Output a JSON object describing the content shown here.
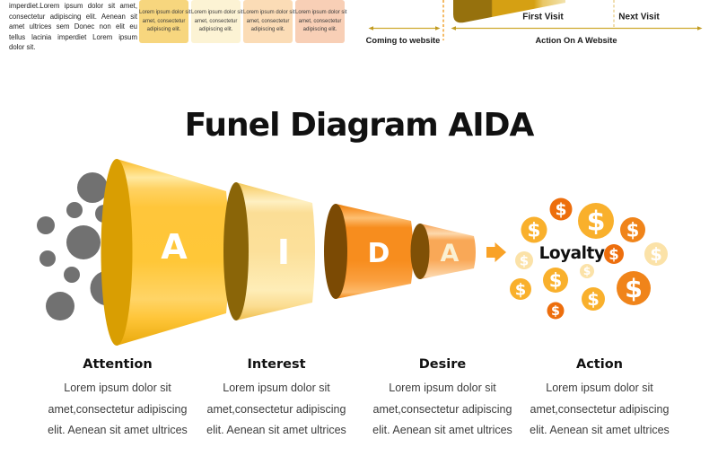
{
  "prev_slide": {
    "paragraph": "imperdiet.Lorem ipsum dolor sit amet, consectetur adipiscing elit. Aenean sit amet ultrices sem Donec non elit eu tellus lacinia imperdiet Lorem ipsum dolor sit.",
    "boxes": [
      {
        "lines": [
          "Lorem ipsum dolor sit",
          "amet, consectetur",
          "adipiscing elit."
        ],
        "color": "#F7D67E"
      },
      {
        "lines": [
          "Lorem ipsum dolor sit",
          "amet, consectetur",
          "adipiscing elit."
        ],
        "color": "#FCF3D4"
      },
      {
        "lines": [
          "Lorem ipsum dolor sit",
          "amet, consectetur",
          "adipiscing elit."
        ],
        "color": "#FBDCB6"
      },
      {
        "lines": [
          "Lorem ipsum dolor sit",
          "amet, consectetur",
          "adipiscing elit."
        ],
        "color": "#F8CFB6"
      }
    ],
    "timeline": {
      "first_visit_label": "First Visit",
      "next_visit_label": "Next Visit",
      "coming_to_website_label": "Coming to website",
      "action_on_website_label": "Action On A Website"
    }
  },
  "slide": {
    "title": "Funel Diagram AIDA",
    "loyalty_label": "Loyalty",
    "dollar_symbol": "$",
    "stages": [
      {
        "letter": "A",
        "title": "Attention",
        "description_lines": [
          "Lorem ipsum dolor sit",
          "amet,consectetur adipiscing",
          "elit. Aenean sit amet ultrices"
        ]
      },
      {
        "letter": "I",
        "title": "Interest",
        "description_lines": [
          "Lorem ipsum dolor sit",
          "amet,consectetur adipiscing",
          "elit. Aenean sit amet ultrices"
        ]
      },
      {
        "letter": "D",
        "title": "Desire",
        "description_lines": [
          "Lorem ipsum dolor sit",
          "amet,consectetur adipiscing",
          "elit. Aenean sit amet ultrices"
        ]
      },
      {
        "letter": "A",
        "title": "Action",
        "description_lines": [
          "Lorem ipsum dolor sit",
          "amet,consectetur adipiscing",
          "elit. Aenean sit amet ultrices"
        ]
      }
    ],
    "colors": {
      "stage_gold": "#FFC738",
      "stage_cream": "#FCE09A",
      "stage_orange": "#F78D1E",
      "stage_light_orange": "#F9A857",
      "bubble_gray": "#717171",
      "coin_gold": "#F9B02C",
      "coin_orange": "#F0841A",
      "coin_dark_orange": "#ED6E0D",
      "coin_pale": "#FBE2A8",
      "arrow_orange": "#F9A227"
    }
  }
}
